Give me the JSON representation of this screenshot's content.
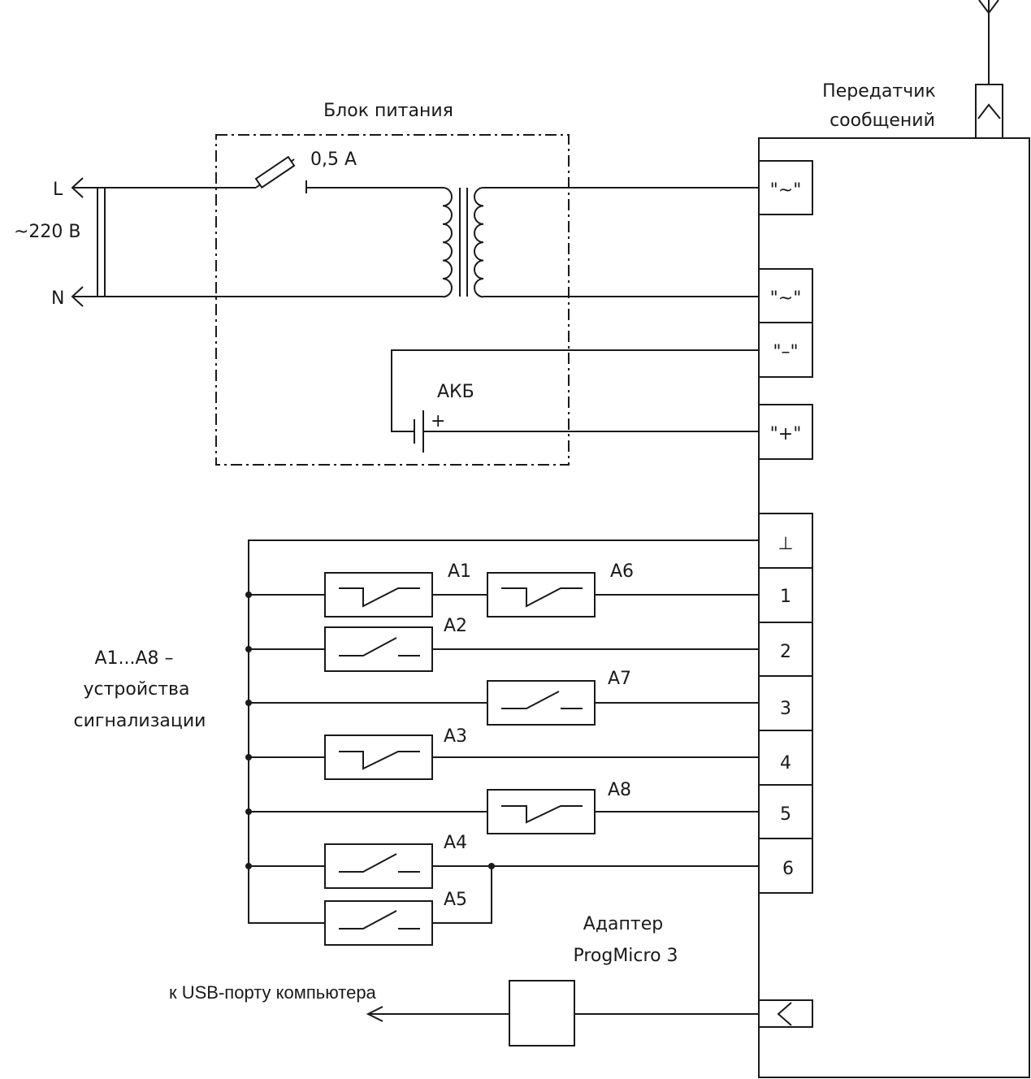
{
  "labels": {
    "power_unit": "Блок питания",
    "fuse_rating": "0,5 А",
    "phase": "L",
    "neutral": "N",
    "mains_voltage": "~220 В",
    "battery": "АКБ",
    "battery_plus": "+",
    "transmitter_line1": "Передатчик",
    "transmitter_line2": "сообщений",
    "devices_line1": "А1...А8 –",
    "devices_line2": "устройства",
    "devices_line3": "сигнализации",
    "adapter_line1": "Адаптер",
    "adapter_line2": "ProgMicro 3",
    "usb": "к USB-порту компьютера"
  },
  "terminals": {
    "ac1": "\"~\"",
    "ac2": "\"~\"",
    "minus": "\"–\"",
    "plus": "\"+\"",
    "ground": "⊥",
    "in1": "1",
    "in2": "2",
    "in3": "3",
    "in4": "4",
    "in5": "5",
    "in6": "6"
  },
  "devices": {
    "a1": "А1",
    "a2": "А2",
    "a3": "А3",
    "a4": "А4",
    "a5": "А5",
    "a6": "А6",
    "a7": "А7",
    "a8": "А8"
  },
  "colors": {
    "line": "#1a1a1a",
    "background": "#ffffff"
  }
}
